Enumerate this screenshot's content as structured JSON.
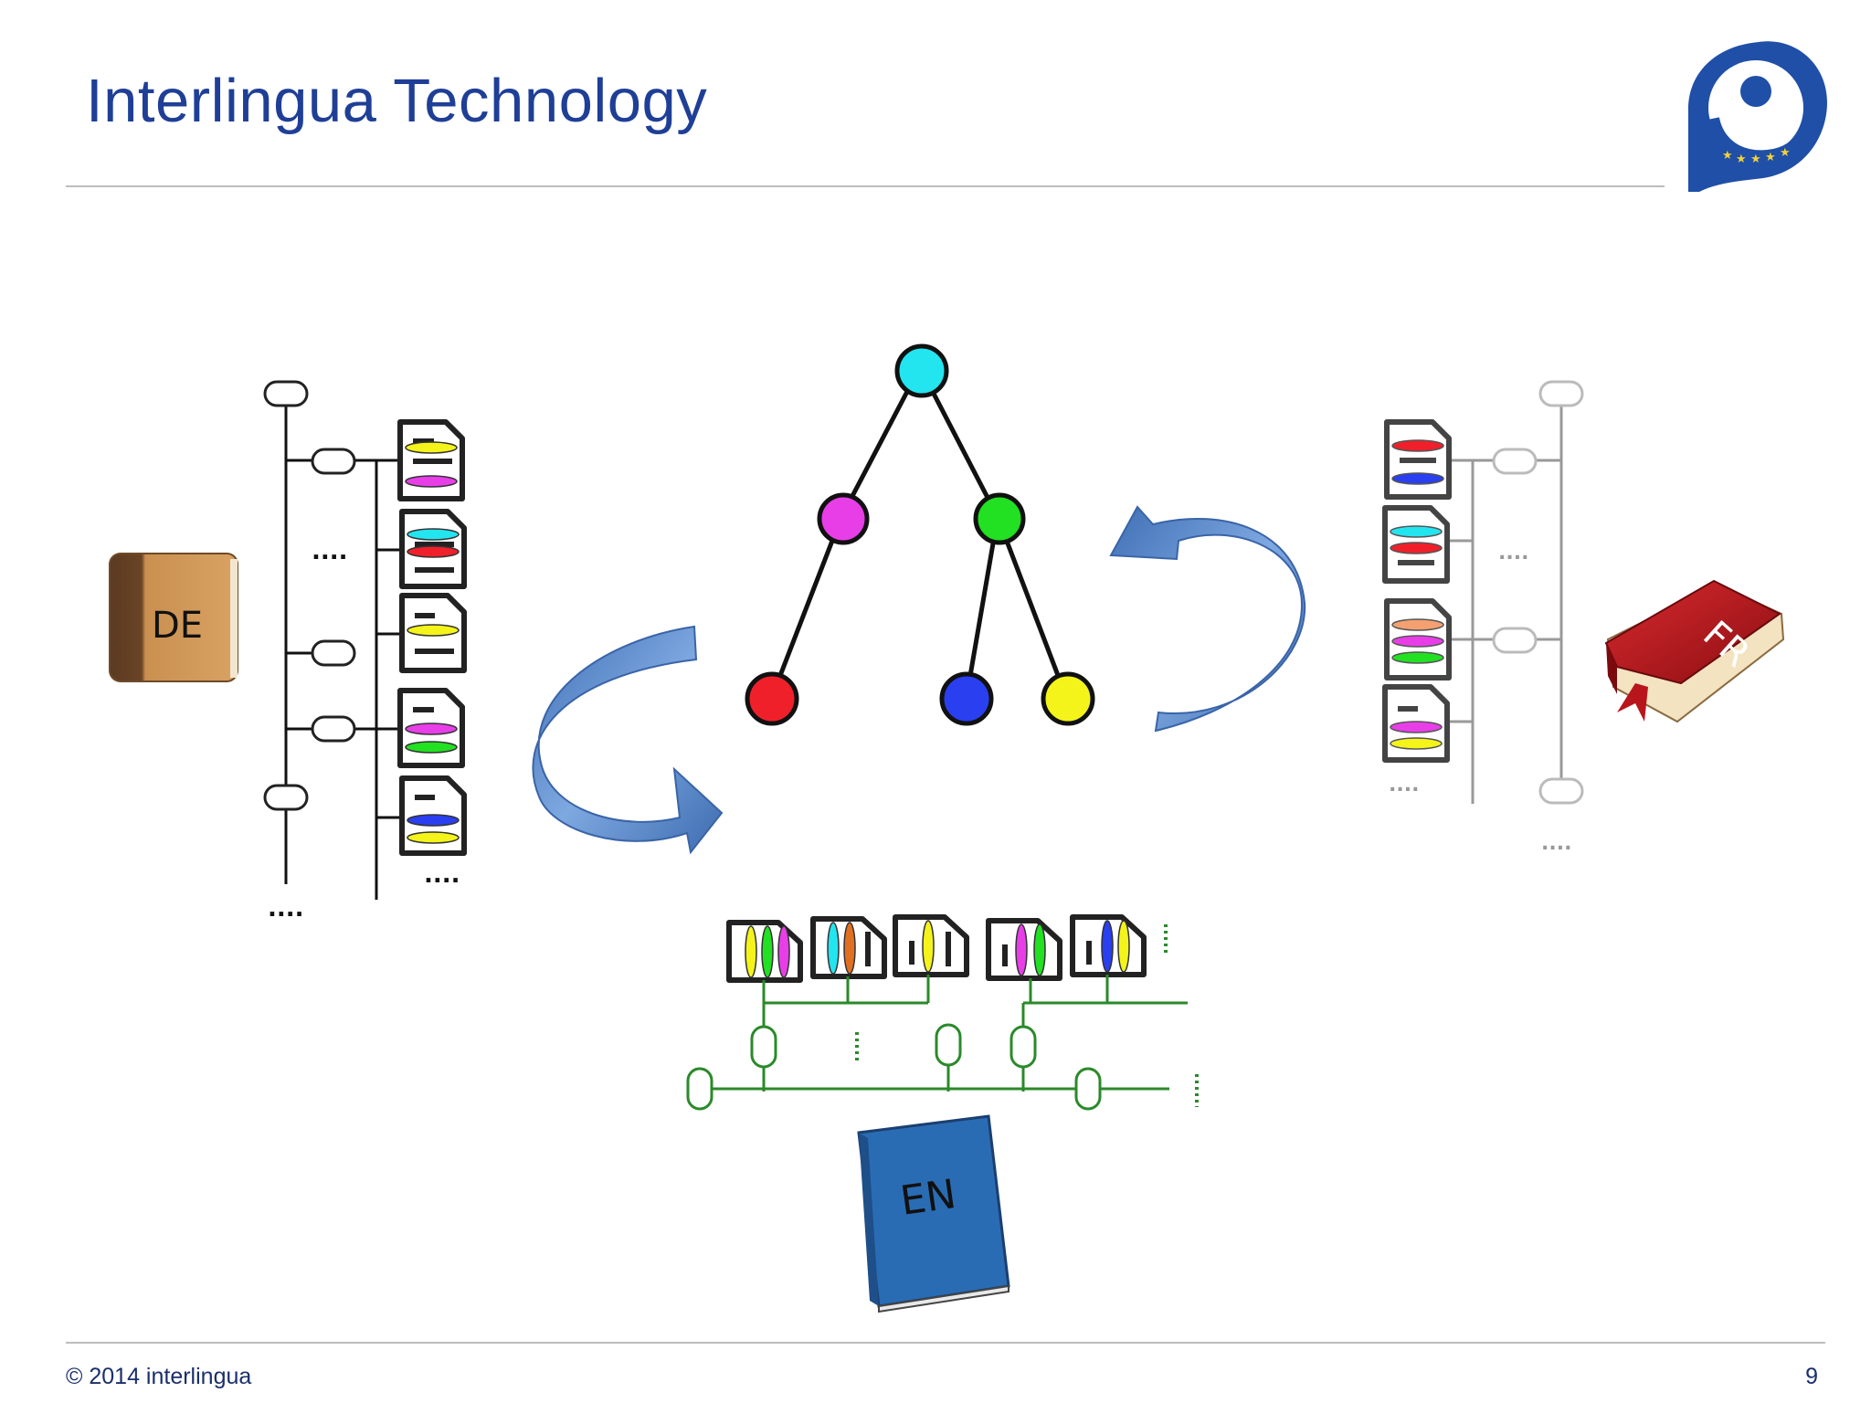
{
  "slide": {
    "title": "Interlingua Technology",
    "footer": "© 2014 interlingua",
    "page_number": "9"
  },
  "books": {
    "de": "DE",
    "fr": "FR",
    "en": "EN"
  },
  "ellipsis": "....",
  "colors": {
    "title": "#1f3f97",
    "arrow": "#4f7fc0",
    "node_top": "#22e5f0",
    "node_mid_left": "#e83ee8",
    "node_mid_right": "#22e022",
    "node_red": "#f0202a",
    "node_blue": "#2a3ff0",
    "node_yellow": "#f4f41a",
    "en_tree": "#2a8a2a",
    "book_de": "#c48a45",
    "book_fr": "#b8161c",
    "book_en": "#3078c6"
  }
}
